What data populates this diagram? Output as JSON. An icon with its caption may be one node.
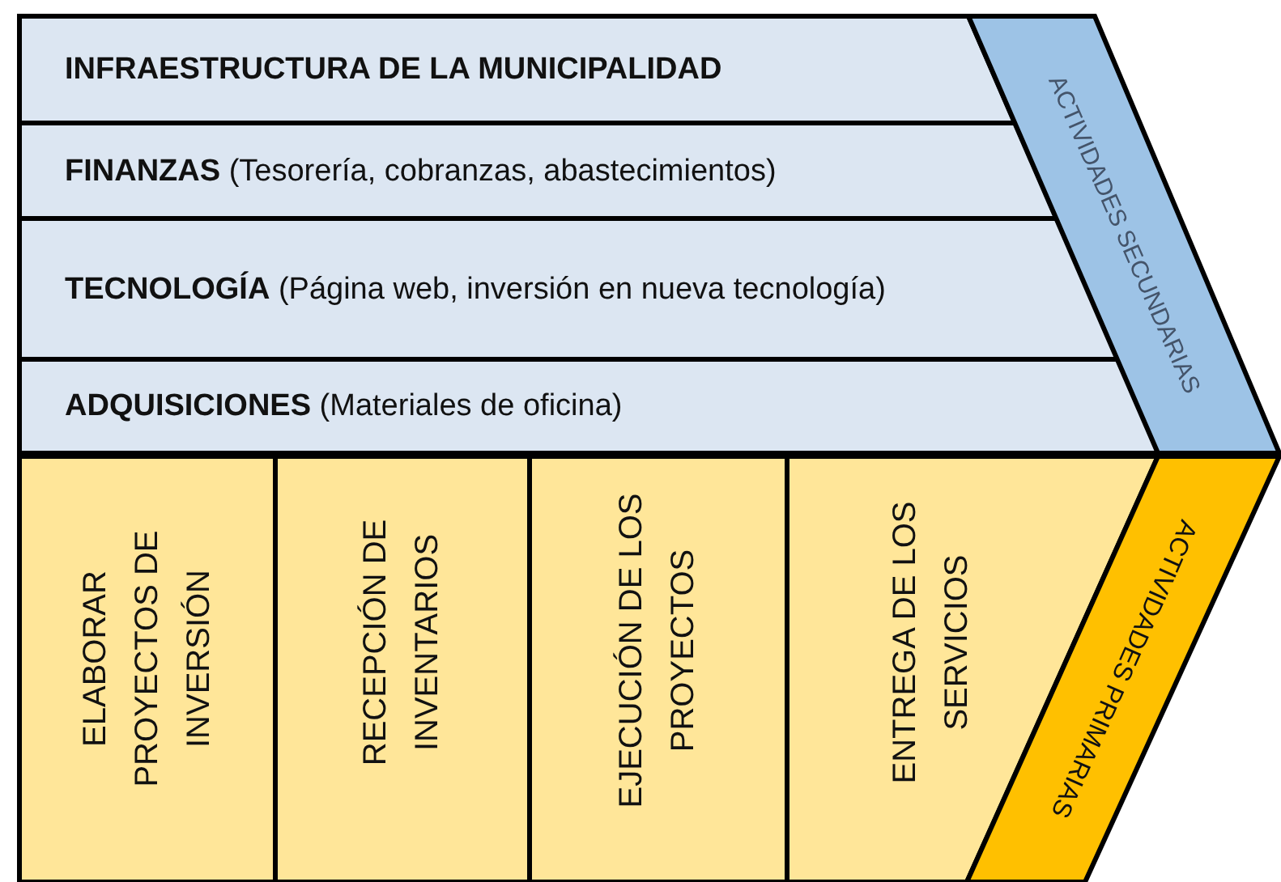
{
  "diagram": {
    "nodes": [
      {
        "text": [
          "INFRAESTRUCTURA DE LA MUNICIPALIDAD"
        ]
      },
      {
        "text": [
          "**FINANZAS** (Tesorería, cobranzas, abastecimientos)"
        ]
      },
      {
        "text": [
          "**TECNOLOGÍA** (Página web, inversión en nueva tecnología)"
        ]
      },
      {
        "text": [
          "**ADQUISICIONES** (Materiales de oficina)"
        ]
      },
      {
        "text": [
          "ACTIVIDADES SECUNDARIAS"
        ]
      },
      {
        "text": [
          "ELABORAR PROYECTOS DE INVERSIÓN"
        ]
      },
      {
        "text": [
          "RECEPCIÓN DE INVENTARIOS"
        ]
      },
      {
        "text": [
          "EJECUCIÓN DE LOS PROYECTOS"
        ]
      },
      {
        "text": [
          "ENTREGA DE LOS SERVICIOS"
        ]
      },
      {
        "text": [
          "ACTIVIDADES PRIMARIAS"
        ]
      }
    ]
  }
}
